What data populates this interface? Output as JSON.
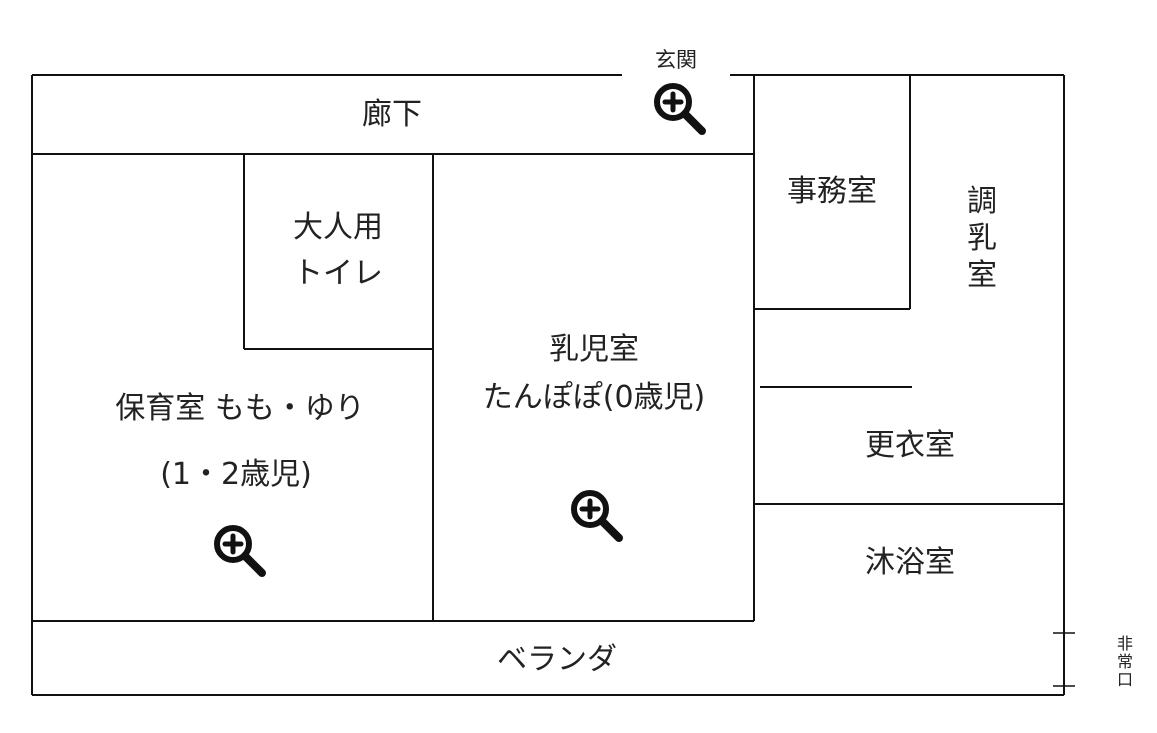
{
  "rooms": {
    "hallway": "廊下",
    "entrance": "玄関",
    "adult_toilet_line1": "大人用",
    "adult_toilet_line2": "トイレ",
    "office": "事務室",
    "milk_prep_1": "調",
    "milk_prep_2": "乳",
    "milk_prep_3": "室",
    "nursery_line1": "保育室 もも・ゆり",
    "nursery_line2": "(1・2歳児)",
    "infant_line1": "乳児室",
    "infant_line2": "たんぽぽ(0歳児)",
    "changing": "更衣室",
    "bath": "沐浴室",
    "veranda": "ベランダ",
    "emergency_1": "非",
    "emergency_2": "常",
    "emergency_3": "口"
  },
  "icons": {
    "zoom": "zoom-in-magnifier-icon"
  }
}
